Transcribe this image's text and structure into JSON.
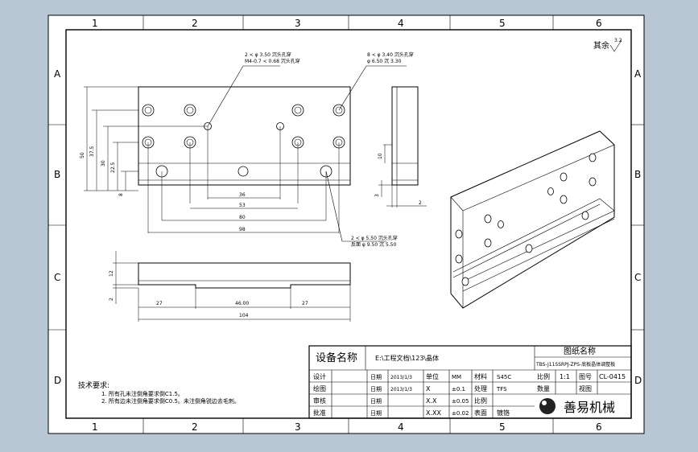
{
  "zone_columns": [
    "1",
    "2",
    "3",
    "4",
    "5",
    "6"
  ],
  "zone_rows": [
    "A",
    "B",
    "C",
    "D"
  ],
  "roughness": {
    "label": "其余",
    "value": "3.2"
  },
  "front_view": {
    "callout_top_left": [
      "2 < φ 3.50 沉头孔穿",
      "M4-0.7 < 0.68 沉头孔穿"
    ],
    "callout_top_right": [
      "8 < φ 3.40 沉头孔穿",
      "φ 6.50 沉 3.30"
    ],
    "callout_bottom": [
      "2 < φ 5.50 沉头孔穿",
      "反面 φ 9.50 沉 5.50"
    ],
    "dims_left": [
      "50",
      "37.5",
      "30",
      "22.5",
      "8"
    ],
    "dims_bottom": [
      "36",
      "53",
      "80",
      "98"
    ]
  },
  "side_view": {
    "dims": [
      "10",
      "3",
      "2"
    ]
  },
  "bottom_view": {
    "dims_left": [
      "12",
      "2"
    ],
    "dims_bottom": [
      "27",
      "46.00",
      "27",
      "104"
    ]
  },
  "title_block": {
    "device_name_label": "设备名称",
    "device_name_value": "E:\\工程文档\\123\\晶体",
    "drawing_name_label": "图纸名称",
    "drawing_name_value": "TBS-J11SSRPJ-ZPS-底板晶体调整板",
    "rows": [
      [
        "设计",
        "",
        "日期",
        "2013/1/3",
        "单位",
        "MM",
        "材料",
        "S45C"
      ],
      [
        "绘图",
        "",
        "日期",
        "2013/1/3",
        "X",
        "±0.1",
        "处理",
        "TFS"
      ],
      [
        "审核",
        "",
        "日期",
        "",
        "X.X",
        "±0.05",
        "比例",
        ""
      ],
      [
        "批准",
        "",
        "日期",
        "",
        "X.XX",
        "±0.02",
        "表面",
        "镀铬"
      ]
    ],
    "scale_label": "比例",
    "scale_value": "1:1",
    "sheet_label": "图号",
    "sheet_value": "CL-0415",
    "quantity_label": "数量",
    "view_label": "视图",
    "company": "善易机械"
  },
  "tech_notes": {
    "title": "技术要求:",
    "lines": [
      "1. 所有孔未注倒角要求倒C1.5。",
      "2. 所有边未注倒角要求倒C0.5。未注倒角锐边去毛刺。"
    ]
  },
  "line_color": "#000000",
  "background": "#b9c6d4"
}
